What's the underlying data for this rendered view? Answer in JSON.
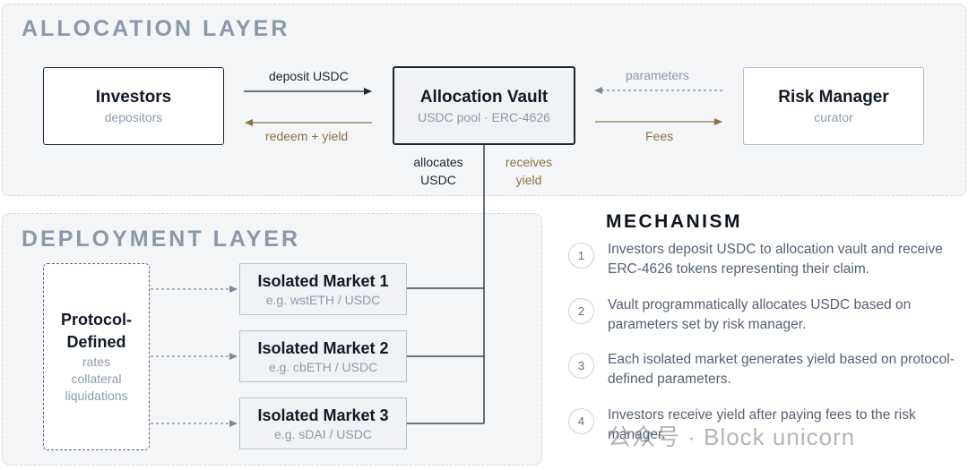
{
  "allocation_layer": {
    "title": "ALLOCATION LAYER",
    "investors": {
      "title": "Investors",
      "subtitle": "depositors"
    },
    "vault": {
      "title": "Allocation Vault",
      "subtitle": "USDC pool · ERC-4626"
    },
    "risk_manager": {
      "title": "Risk Manager",
      "subtitle": "curator"
    },
    "arrows": {
      "deposit": "deposit USDC",
      "redeem": "redeem + yield",
      "parameters": "parameters",
      "fees": "Fees",
      "allocates_line1": "allocates",
      "allocates_line2": "USDC",
      "receives_line1": "receives",
      "receives_line2": "yield"
    }
  },
  "deployment_layer": {
    "title": "DEPLOYMENT LAYER",
    "protocol": {
      "title_line1": "Protocol-",
      "title_line2": "Defined",
      "items": [
        "rates",
        "collateral",
        "liquidations"
      ]
    },
    "markets": [
      {
        "title": "Isolated Market 1",
        "example": "e.g. wstETH / USDC"
      },
      {
        "title": "Isolated Market 2",
        "example": "e.g. cbETH / USDC"
      },
      {
        "title": "Isolated Market 3",
        "example": "e.g. sDAI / USDC"
      }
    ]
  },
  "mechanism": {
    "title": "MECHANISM",
    "steps": [
      {
        "number": "1",
        "text": "Investors deposit USDC to allocation vault and receive ERC-4626 tokens representing their claim."
      },
      {
        "number": "2",
        "text": "Vault programmatically allocates USDC based on parameters set by risk manager."
      },
      {
        "number": "3",
        "text": "Each isolated market generates yield based on protocol-defined parameters."
      },
      {
        "number": "4",
        "text": "Investors receive yield after paying fees to the risk manager."
      }
    ]
  },
  "watermark": "公众号 · Block unicorn",
  "colors": {
    "panel": "#f4f5f7",
    "dark": "#1c2635",
    "gold": "#8a7446",
    "grey": "#8e9aaa",
    "layer_title": "#8c98aa"
  }
}
